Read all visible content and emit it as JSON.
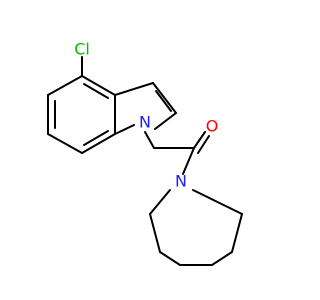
{
  "molecule": {
    "atoms": {
      "chlorine": "Cl",
      "indole_nitrogen": "N",
      "carbonyl_oxygen": "O",
      "azepane_nitrogen": "N"
    },
    "colors": {
      "bond": "#000000",
      "chlorine": "#00c000",
      "nitrogen": "#2020ff",
      "oxygen": "#ff0000"
    }
  }
}
